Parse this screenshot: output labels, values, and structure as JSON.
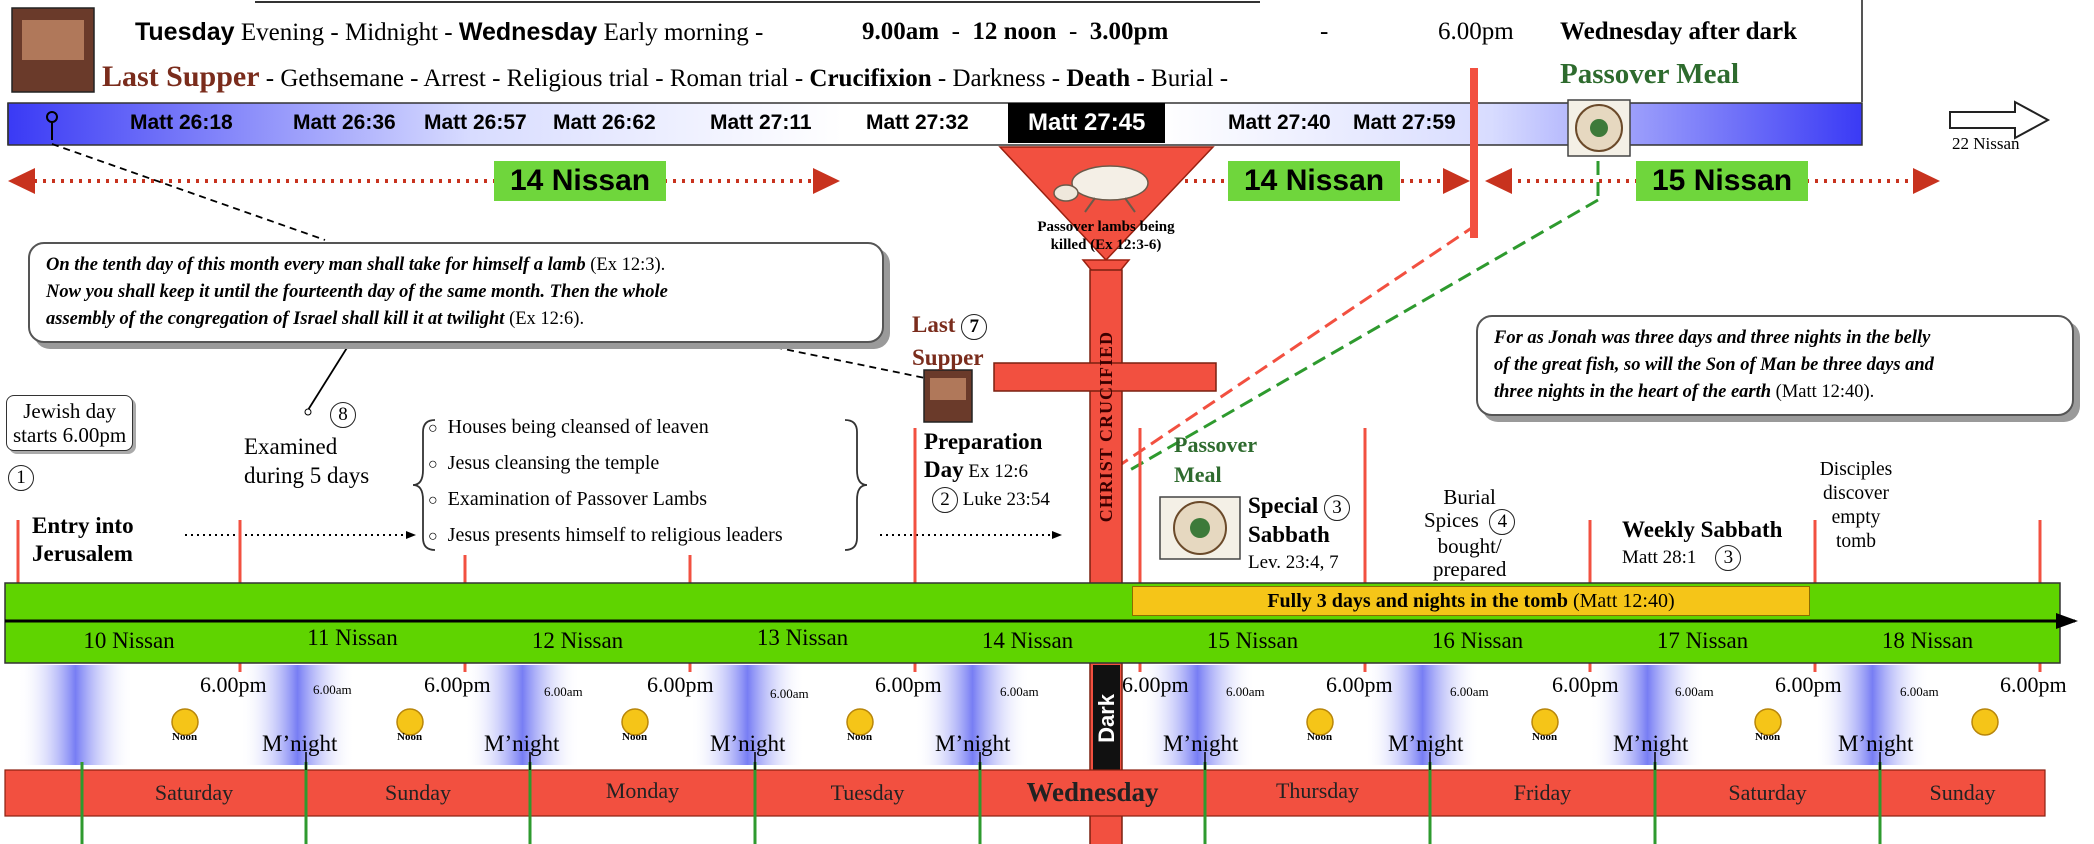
{
  "header": {
    "line1": {
      "tuesday": "Tuesday",
      "evening_midnight": " Evening - Midnight - ",
      "wednesday": "Wednesday",
      "early_morning": " Early morning  -",
      "t9": "9.00am",
      "t12": "12 noon",
      "t3": "3.00pm",
      "dash": "-",
      "t6": "6.00pm",
      "wed_after_dark": "Wednesday after dark"
    },
    "line2": {
      "last_supper": "Last Supper",
      "events1": " - Gethsemane - Arrest - Religious trial - Roman trial - ",
      "crucifixion": "Crucifixion",
      "darkness": " -   Darkness  - ",
      "death": "Death",
      "burial": "  -   Burial  -",
      "passover_meal": "Passover Meal"
    }
  },
  "references": [
    "Matt 26:18",
    "Matt 26:36",
    "Matt 26:57",
    "Matt 26:62",
    "Matt 27:11",
    "Matt 27:32",
    "Matt 27:45",
    "Matt 27:40",
    "Matt 27:59"
  ],
  "arrow_right_label": "22 Nissan",
  "nissan_top": {
    "left": "14 Nissan",
    "mid": "14 Nissan",
    "right": "15 Nissan"
  },
  "lamb": {
    "caption1": "Passover lambs being",
    "caption2": "killed  (Ex 12:3-6)"
  },
  "callout_left": {
    "text1": "On the tenth day of this month every man shall take for himself a lamb",
    "ref1": " (Ex 12:3).",
    "text2": "Now you shall keep it until the fourteenth day of the same month. Then the whole",
    "text3": "assembly of the congregation of Israel shall kill it at twilight",
    "ref2": " (Ex 12:6)."
  },
  "callout_right": {
    "text1": "For as Jonah was three days and three nights in the belly",
    "text2": "of the great fish, so will the Son of Man be three days and",
    "text3": "three nights in the heart of the earth",
    "ref": " (Matt 12:40)."
  },
  "jewish_day": {
    "line1": "Jewish day",
    "line2": "starts 6.00pm",
    "num": "1"
  },
  "examined": {
    "line1": "Examined",
    "line2": "during 5 days",
    "num": "8"
  },
  "entry": {
    "line1": "Entry into",
    "line2": "Jerusalem"
  },
  "events_list": [
    "Houses being cleansed of leaven",
    "Jesus cleansing the temple",
    "Examination of Passover Lambs",
    "Jesus presents himself to religious leaders"
  ],
  "last_supper_mid": {
    "line1": "Last",
    "line2": "Supper",
    "num": "7"
  },
  "preparation": {
    "line1": "Preparation",
    "line2": "Day",
    "ref": " Ex 12:6",
    "num": "2",
    "ref2": " Luke 23:54"
  },
  "cross_text": "CHRIST CRUCIFIED",
  "passover_meal_mid": {
    "line1": "Passover",
    "line2": "Meal"
  },
  "special_sabbath": {
    "line1": "Special",
    "line2": "Sabbath",
    "ref": "Lev. 23:4, 7",
    "num": "3"
  },
  "burial_spices": {
    "line1": "Burial",
    "line2": "Spices",
    "line3": "bought/",
    "line4": "prepared",
    "num": "4"
  },
  "weekly_sabbath": {
    "line1": "Weekly Sabbath",
    "ref": "Matt 28:1",
    "num": "3"
  },
  "disciples": {
    "line1": "Disciples",
    "line2": "discover",
    "line3": "empty",
    "line4": "tomb"
  },
  "tomb_bar": {
    "text": "Fully 3 days and nights in the tomb",
    "ref": " (Matt 12:40)"
  },
  "nissan_days": [
    "10 Nissan",
    "11 Nissan",
    "12 Nissan",
    "13 Nissan",
    "14 Nissan",
    "15 Nissan",
    "16 Nissan",
    "17 Nissan",
    "18 Nissan"
  ],
  "time_labels": {
    "evening": "6.00pm",
    "morning": "6.00am",
    "midnight": "M’night",
    "noon": "Noon",
    "dark": "Dark"
  },
  "weekdays": [
    "Saturday",
    "Sunday",
    "Monday",
    "Tuesday",
    "Wednesday",
    "Thursday",
    "Friday",
    "Saturday",
    "Sunday"
  ],
  "colors": {
    "green": "#5fd400",
    "red": "#f25040",
    "blue": "#3b3bf0",
    "yellow": "#f5c518",
    "darkred": "#c8321e",
    "brown": "#7a2c1c"
  }
}
